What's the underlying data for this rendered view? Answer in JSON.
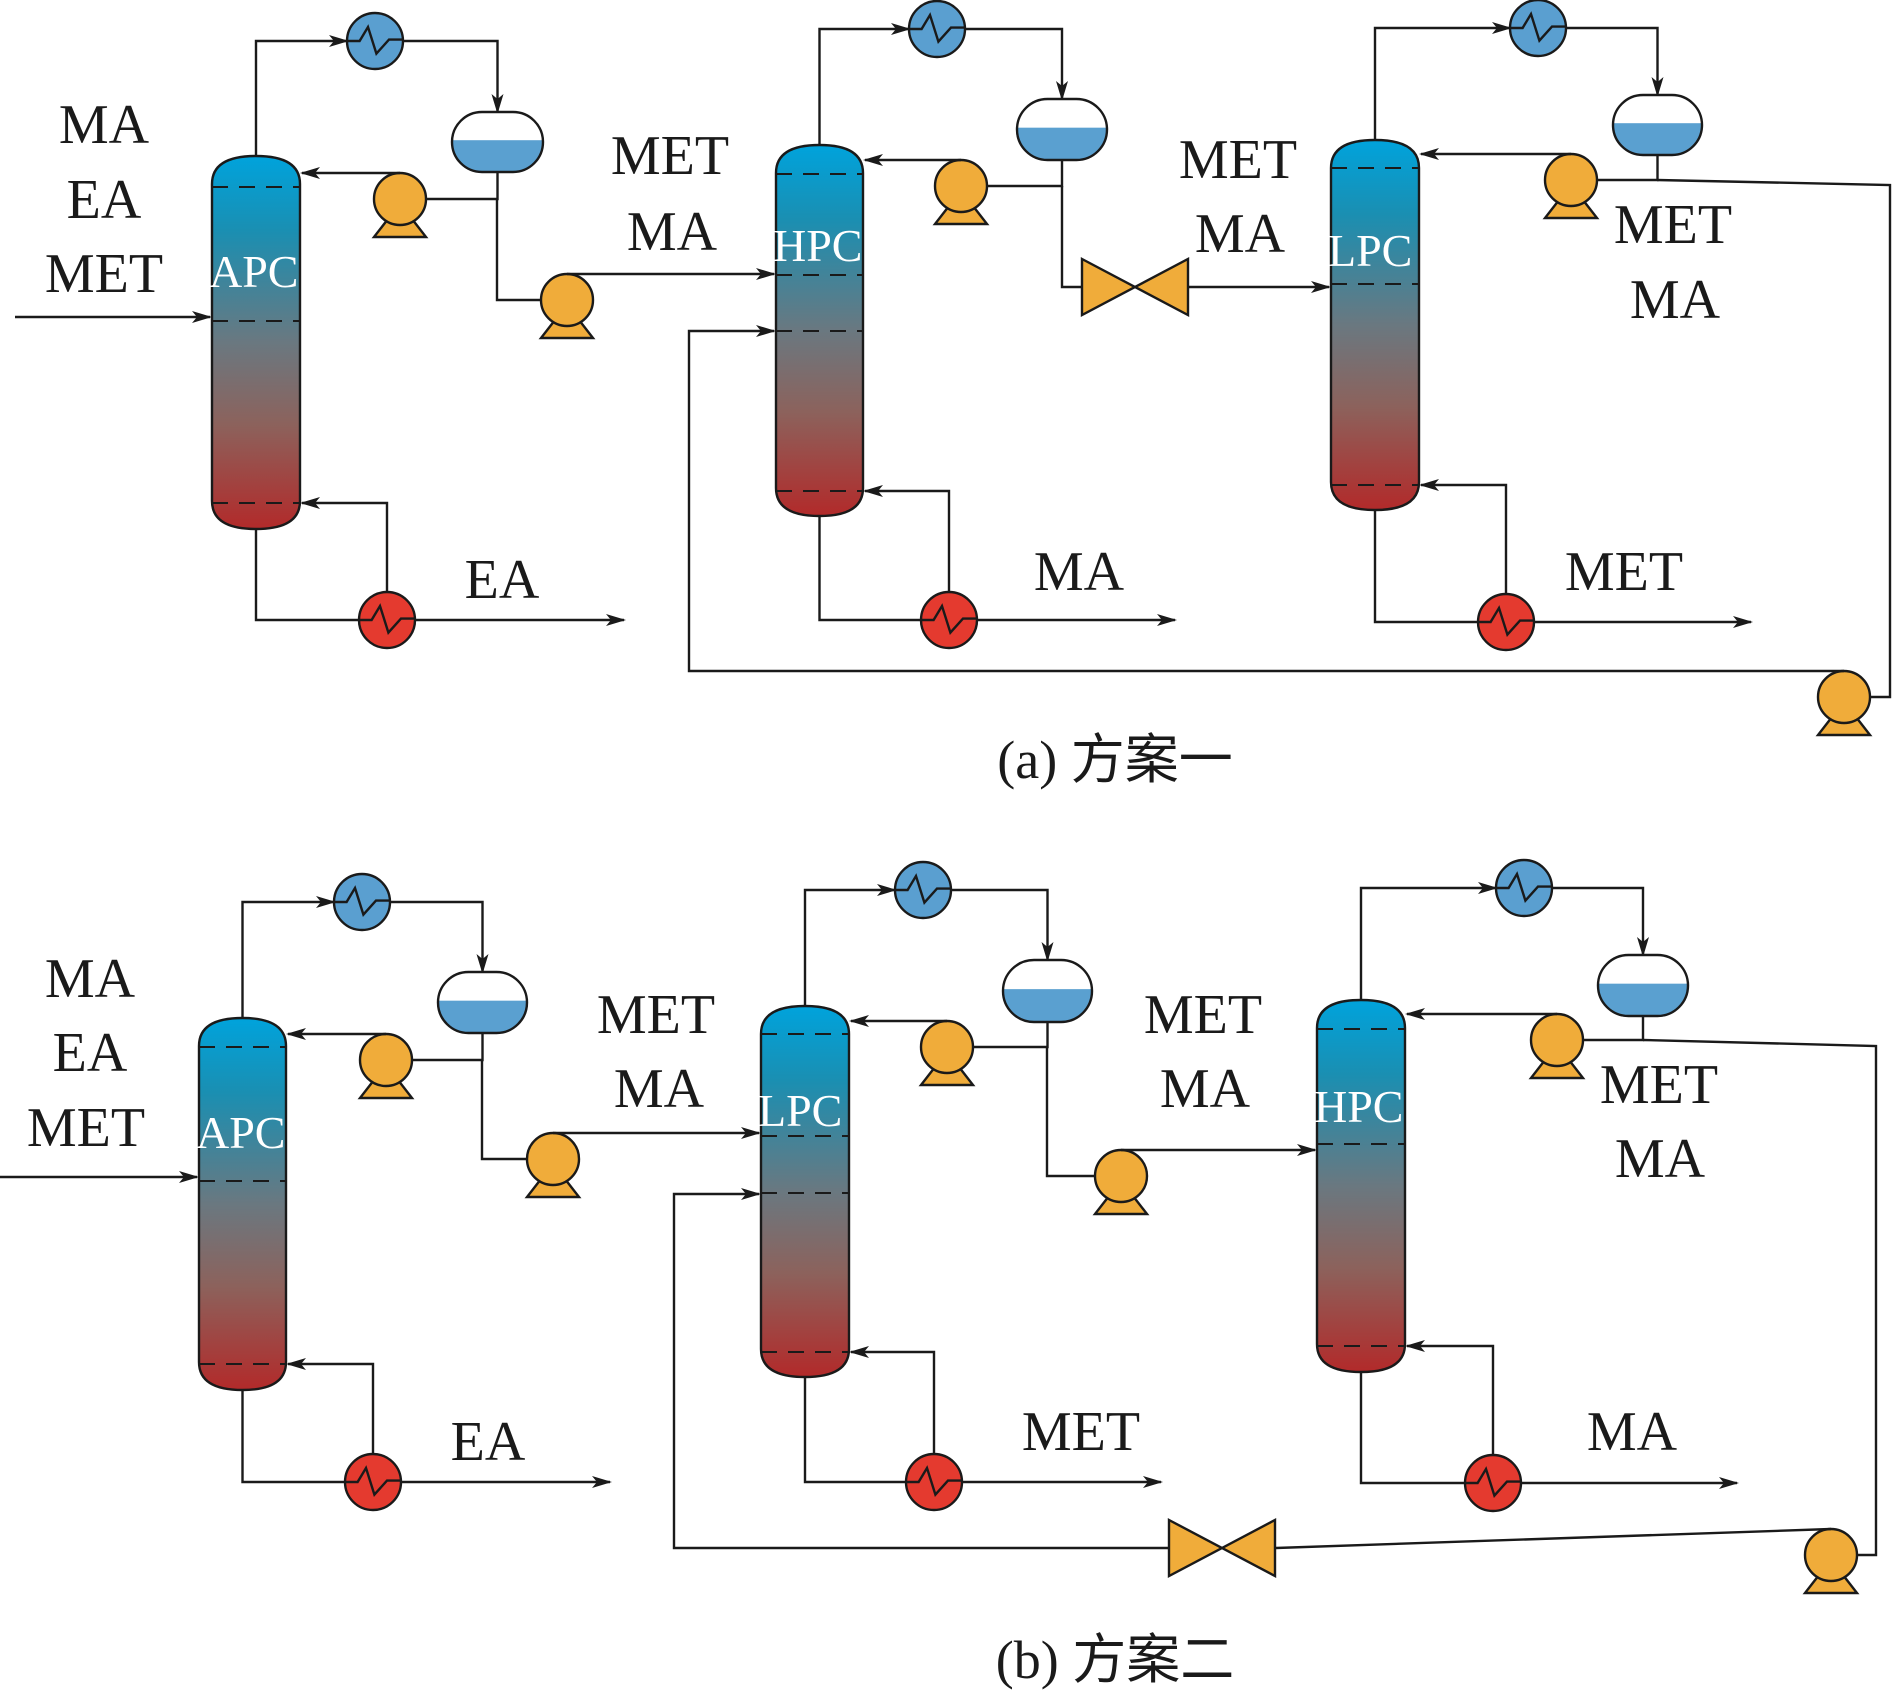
{
  "colors": {
    "condenser": "#5a9fd0",
    "reboiler": "#e43a2f",
    "pump": "#f0ac3a",
    "valve": "#f0ac3a",
    "drum_liquid": "#5aa0d0",
    "column_top": "#00a3dc",
    "column_upper": "#1a8fb2",
    "column_mid": "#6a7880",
    "column_lower": "#8c625c",
    "column_bottom": "#b22a2a",
    "line": "#1a1a1a"
  },
  "schemes": [
    {
      "id": "a",
      "caption": "(a) 方案一",
      "feed_label": [
        "MA",
        "EA",
        "MET"
      ],
      "columns": [
        {
          "name": "APC",
          "distillate_label": [
            "MET",
            "MA"
          ],
          "bottoms_label": "EA"
        },
        {
          "name": "HPC",
          "distillate_label": [
            "MET",
            "MA"
          ],
          "bottoms_label": "MA"
        },
        {
          "name": "LPC",
          "distillate_label": [
            "MET",
            "MA"
          ],
          "bottoms_label": "MET"
        }
      ],
      "transfer_device": "valve",
      "recycle_device": "pump",
      "recycle_from": "LPC",
      "recycle_to": "HPC"
    },
    {
      "id": "b",
      "caption": "(b) 方案二",
      "feed_label": [
        "MA",
        "EA",
        "MET"
      ],
      "columns": [
        {
          "name": "APC",
          "distillate_label": [
            "MET",
            "MA"
          ],
          "bottoms_label": "EA"
        },
        {
          "name": "LPC",
          "distillate_label": [
            "MET",
            "MA"
          ],
          "bottoms_label": "MET"
        },
        {
          "name": "HPC",
          "distillate_label": [
            "MET",
            "MA"
          ],
          "bottoms_label": "MA"
        }
      ],
      "transfer_device": "pump",
      "recycle_device": "pump+valve",
      "recycle_from": "HPC",
      "recycle_to": "LPC"
    }
  ]
}
